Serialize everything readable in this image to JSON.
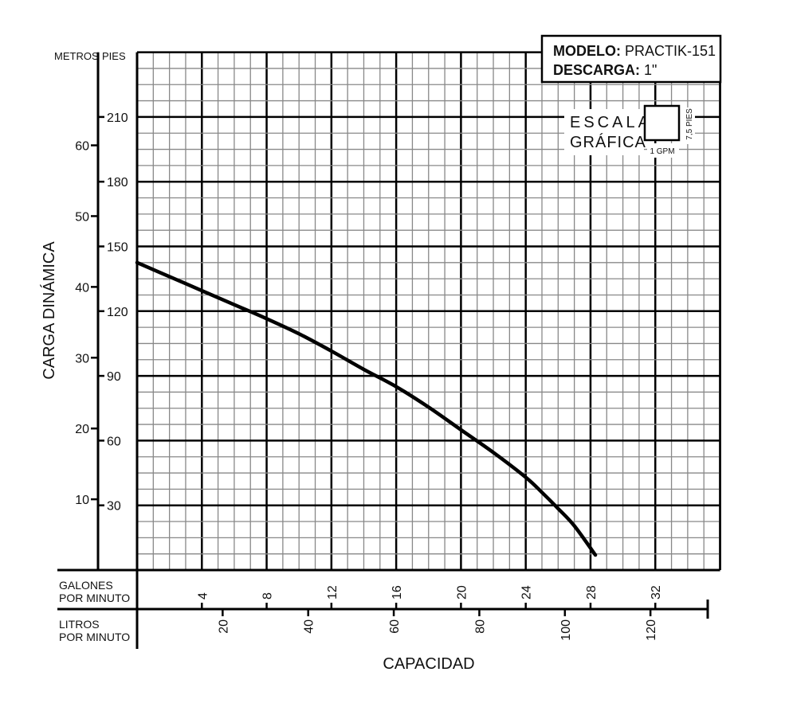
{
  "chart_data": {
    "type": "line",
    "title": "",
    "model_label": "MODELO:",
    "model_value": "PRACTIK-151",
    "discharge_label": "DESCARGA:",
    "discharge_value": "1\"",
    "ylabel": "CARGA DINÁMICA",
    "xlabel": "CAPACIDAD",
    "y_units_left": "METROS",
    "y_units_right": "PIES",
    "x_units_top": "GALONES POR MINUTO",
    "x_units_top_lines": [
      "GALONES",
      "POR MINUTO"
    ],
    "x_units_bottom_lines": [
      "LITROS",
      "POR MINUTO"
    ],
    "scale_legend": {
      "line1": "ESCALA",
      "line2": "GRÁFICA",
      "x_unit": "1 GPM",
      "y_unit": "7,5 PIES"
    },
    "xlim_gpm": [
      0,
      36
    ],
    "ylim_ft": [
      0,
      240
    ],
    "grid": true,
    "pies_ticks": [
      30,
      60,
      90,
      120,
      150,
      180,
      210
    ],
    "metros_ticks": [
      10,
      20,
      30,
      40,
      50,
      60
    ],
    "gpm_ticks": [
      4,
      8,
      12,
      16,
      20,
      24,
      28,
      32
    ],
    "lpm_ticks": [
      20,
      40,
      60,
      80,
      100,
      120
    ],
    "series": [
      {
        "name": "PRACTIK-151",
        "x_gpm": [
          0,
          2,
          4,
          6,
          8,
          10,
          12,
          14,
          16,
          18,
          20,
          22,
          24,
          25,
          26,
          27,
          28.3
        ],
        "y_ft": [
          142.5,
          136,
          129.5,
          123,
          116.5,
          109.5,
          101.5,
          93,
          85,
          75.5,
          65,
          54.5,
          43,
          36,
          28.5,
          20.5,
          7
        ]
      }
    ]
  }
}
